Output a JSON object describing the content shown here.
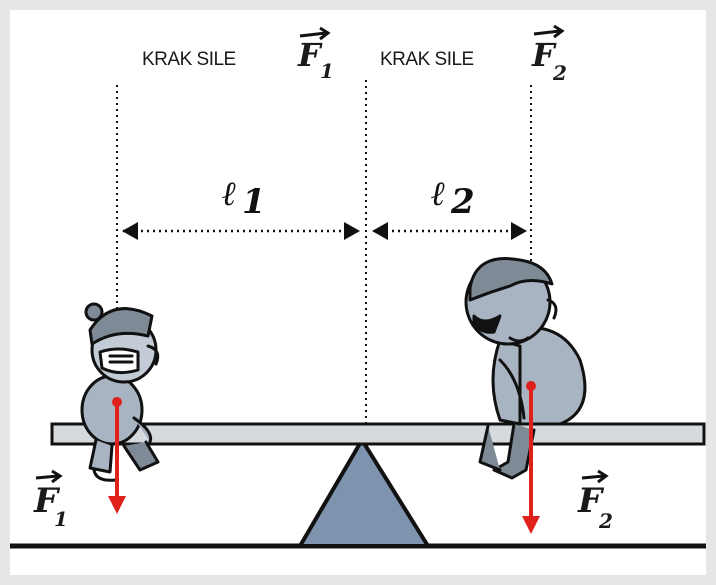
{
  "labels": {
    "krak_sile_left": "KRAK SILE",
    "krak_sile_right": "KRAK SILE",
    "force_letter_1": "F",
    "force_sub_1": "1",
    "force_letter_2": "F",
    "force_sub_2": "2",
    "arm_letter_1": "ℓ",
    "arm_sub_1": "1",
    "arm_letter_2": "ℓ",
    "arm_sub_2": "2",
    "bottom_force_letter_1": "F",
    "bottom_force_sub_1": "1",
    "bottom_force_letter_2": "F",
    "bottom_force_sub_2": "2"
  },
  "colors": {
    "background": "#e6e6e6",
    "panel": "#ffffff",
    "force_arrow": "#e0201b",
    "fulcrum": "#7e93ad",
    "character": "#a9b4c2",
    "outline": "#111111"
  }
}
